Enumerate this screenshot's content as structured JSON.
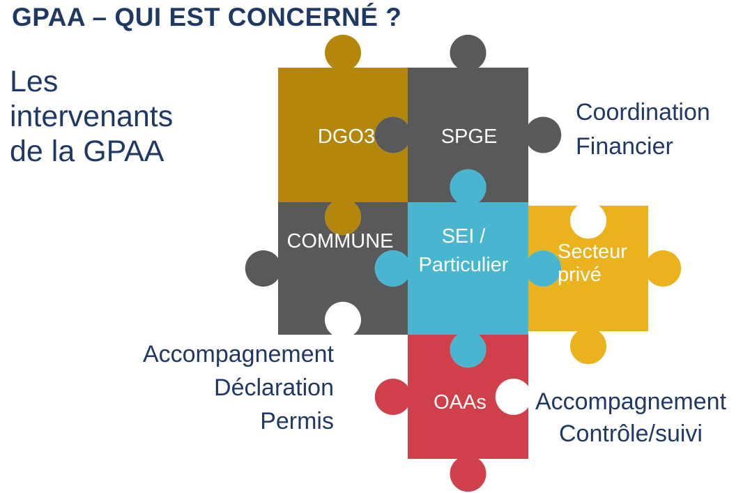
{
  "title": "GPAA – QUI EST CONCERNÉ ?",
  "intro": {
    "lines": [
      "Les",
      "intervenants",
      "de la GPAA"
    ]
  },
  "colors": {
    "navy": "#1F3864",
    "background": "#FFFFFF",
    "label_text": "#FFFFFF",
    "gold_dark": "#B4870C",
    "gray": "#58595B",
    "teal": "#47B6CE",
    "yellow": "#EAB31D",
    "red": "#D0404A"
  },
  "pieces": [
    {
      "id": "dgo3",
      "label_lines": [
        "DGO3"
      ],
      "color": "gold_dark"
    },
    {
      "id": "spge",
      "label_lines": [
        "SPGE"
      ],
      "color": "gray"
    },
    {
      "id": "commune",
      "label_lines": [
        "COMMUNE"
      ],
      "color": "gray"
    },
    {
      "id": "sei",
      "label_lines": [
        "SEI /",
        "Particulier"
      ],
      "color": "teal"
    },
    {
      "id": "secteur",
      "label_lines": [
        "Secteur",
        "privé"
      ],
      "color": "yellow"
    },
    {
      "id": "oaas",
      "label_lines": [
        "OAAs"
      ],
      "color": "red"
    }
  ],
  "annotations": [
    {
      "id": "coordination-financier",
      "lines": [
        "Coordination",
        "Financier"
      ]
    },
    {
      "id": "accompagnement-declaration-permis",
      "lines": [
        "Accompagnement",
        "Déclaration",
        "Permis"
      ]
    },
    {
      "id": "accompagnement-controle-suivi",
      "lines": [
        "Accompagnement",
        "Contrôle/suivi"
      ]
    }
  ]
}
